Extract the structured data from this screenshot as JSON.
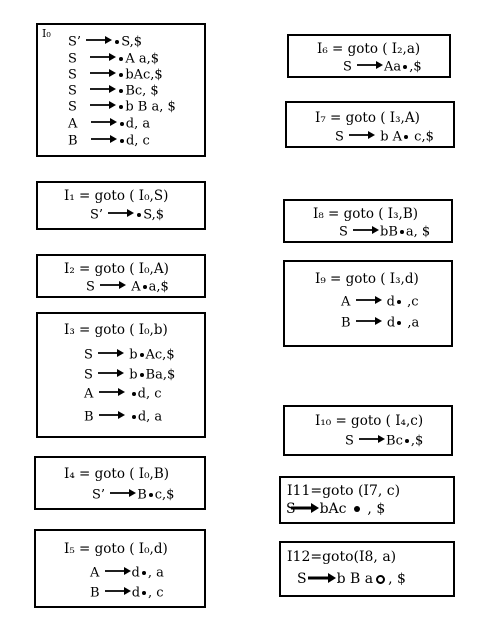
{
  "states": {
    "i0": {
      "label": "I₀",
      "items": [
        {
          "lhs": "S’",
          "pre": "",
          "post": "S,$"
        },
        {
          "lhs": "S",
          "pre": "",
          "post": "A a,$"
        },
        {
          "lhs": "S",
          "pre": "",
          "post": "bAc,$"
        },
        {
          "lhs": "S",
          "pre": "",
          "post": "Bc, $"
        },
        {
          "lhs": "S",
          "pre": "",
          "post": "b B a, $"
        },
        {
          "lhs": "A",
          "pre": "",
          "post": "d, a"
        },
        {
          "lhs": "B",
          "pre": "",
          "post": "d, c"
        }
      ]
    },
    "i1": {
      "title": "I₁ = goto ( I₀,S)",
      "items": [
        {
          "lhs": "S’",
          "pre": "",
          "post": "S,$"
        }
      ]
    },
    "i2": {
      "title": "I₂ = goto ( I₀,A)",
      "items": [
        {
          "lhs": "S",
          "pre": "A",
          "post": "a,$"
        }
      ]
    },
    "i3": {
      "title": "I₃ = goto ( I₀,b)",
      "items": [
        {
          "lhs": "S",
          "pre": "b",
          "post": "Ac,$"
        },
        {
          "lhs": "S",
          "pre": "b",
          "post": "Ba,$"
        },
        {
          "lhs": "A",
          "pre": "",
          "post": "d, c"
        },
        {
          "lhs": "B",
          "pre": "",
          "post": "d, a"
        }
      ]
    },
    "i4": {
      "title": "I₄ = goto ( I₀,B)",
      "items": [
        {
          "lhs": "S’",
          "pre": "B",
          "post": "c,$"
        }
      ]
    },
    "i5": {
      "title": "I₅ = goto ( I₀,d)",
      "items": [
        {
          "lhs": "A",
          "pre": "d",
          "post": ", a"
        },
        {
          "lhs": "B",
          "pre": "d",
          "post": ", c"
        }
      ]
    },
    "i6": {
      "title": "I₆ = goto ( I₂,a)",
      "items": [
        {
          "lhs": "S",
          "pre": "Aa",
          "post": ",$"
        }
      ]
    },
    "i7": {
      "title": "I₇ = goto ( I₃,A)",
      "items": [
        {
          "lhs": "S",
          "pre": "b A",
          "post": "c,$"
        }
      ]
    },
    "i8": {
      "title": "I₈ = goto ( I₃,B)",
      "items": [
        {
          "lhs": "S",
          "pre": "bB",
          "post": "a, $"
        }
      ]
    },
    "i9": {
      "title": "I₉ = goto ( I₃,d)",
      "items": [
        {
          "lhs": "A",
          "pre": "d",
          "post": ",c"
        },
        {
          "lhs": "B",
          "pre": "d",
          "post": ",a"
        }
      ]
    },
    "i10": {
      "title": "I₁₀ = goto ( I₄,c)",
      "items": [
        {
          "lhs": "S",
          "pre": "Bc",
          "post": ",$"
        }
      ]
    },
    "i11": {
      "title": "I11=goto (I7, c)",
      "items": [
        {
          "lhs": "S",
          "pre": "bAc",
          "post": ", $"
        }
      ]
    },
    "i12": {
      "title": "I12=goto(I8, a)",
      "items": [
        {
          "lhs": "S",
          "pre": "b B a",
          "post": ", $"
        }
      ]
    }
  }
}
